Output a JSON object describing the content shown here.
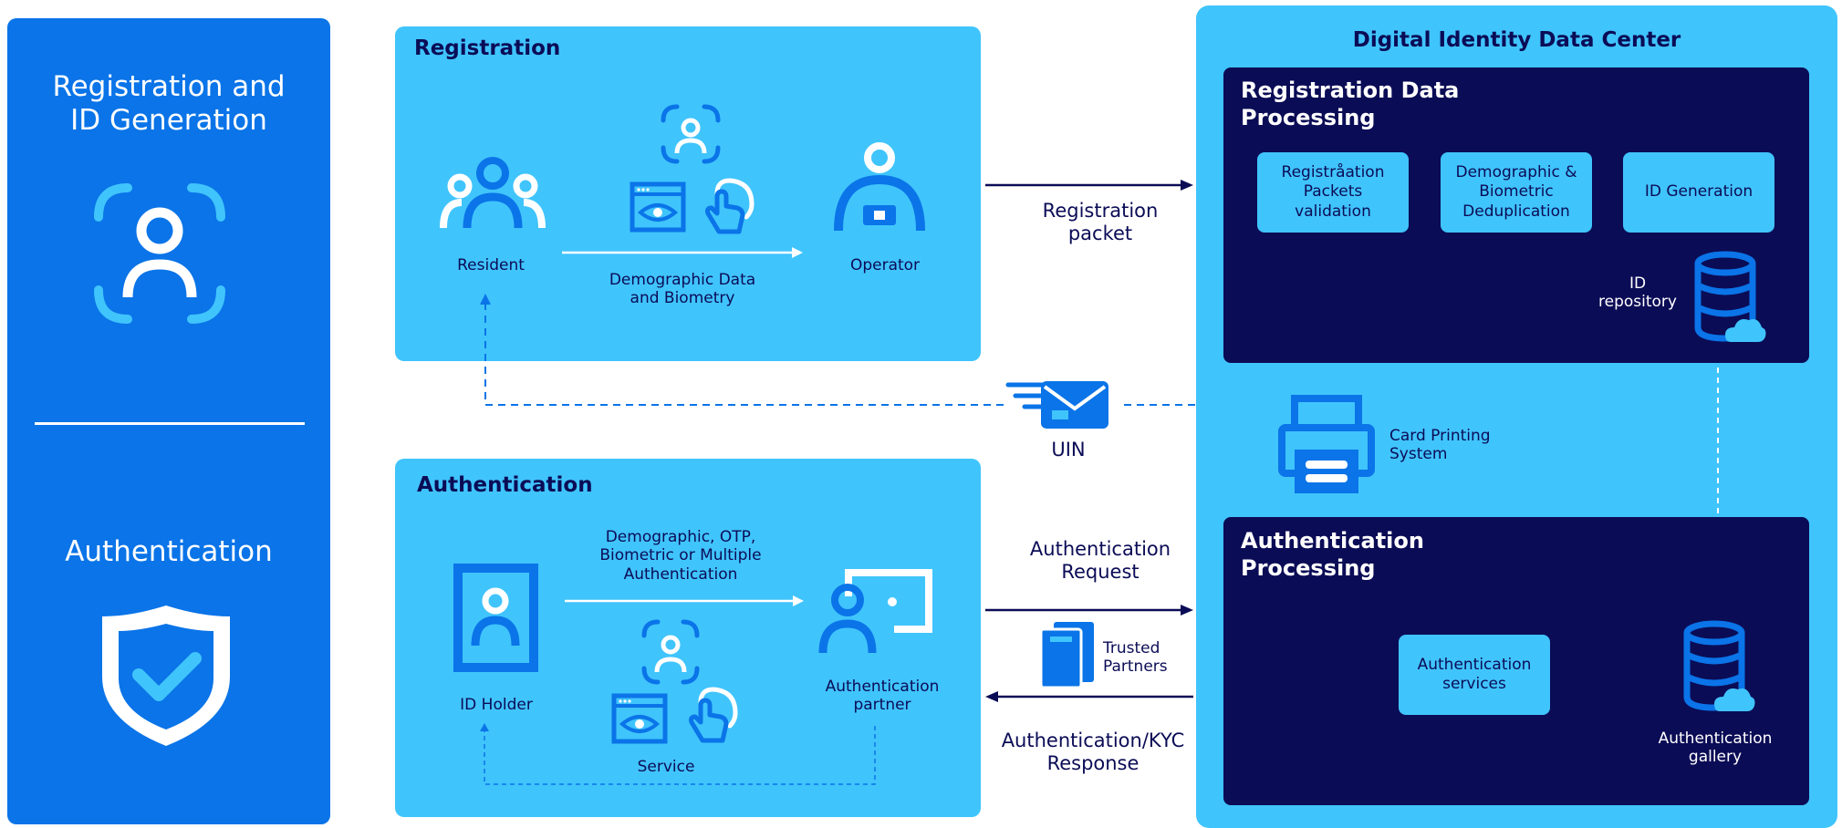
{
  "left_panel": {
    "registration_title": "Registration and\nID Generation",
    "authentication_title": "Authentication"
  },
  "registration": {
    "title": "Registration",
    "resident": "Resident",
    "demographic_data": "Demographic Data\nand Biometry",
    "operator": "Operator"
  },
  "authentication": {
    "title": "Authentication",
    "methods": "Demographic, OTP,\nBiometric or Multiple\nAuthentication",
    "id_holder": "ID Holder",
    "service": "Service",
    "partner": "Authentication\npartner"
  },
  "flows": {
    "registration_packet": "Registration\npacket",
    "uin": "UIN",
    "authentication_request": "Authentication\nRequest",
    "trusted_partners": "Trusted\nPartners",
    "authentication_response": "Authentication/KYC\nResponse"
  },
  "data_center": {
    "title": "Digital Identity Data Center",
    "registration_processing": {
      "title": "Registration Data\nProcessing",
      "packets_validation": "Registråation\nPackets\nvalidation",
      "deduplication": "Demographic &\nBiometric\nDeduplication",
      "id_generation": "ID Generation",
      "id_repository": "ID\nrepository"
    },
    "card_printing": "Card Printing\nSystem",
    "authentication_processing": {
      "title": "Authentication\nProcessing",
      "services": "Authentication\nservices",
      "gallery": "Authentication\ngallery"
    }
  },
  "colors": {
    "primary_blue": "#0A74E8",
    "light_blue": "#40C4FC",
    "navy": "#0B0C56",
    "white": "#FFFFFF"
  }
}
